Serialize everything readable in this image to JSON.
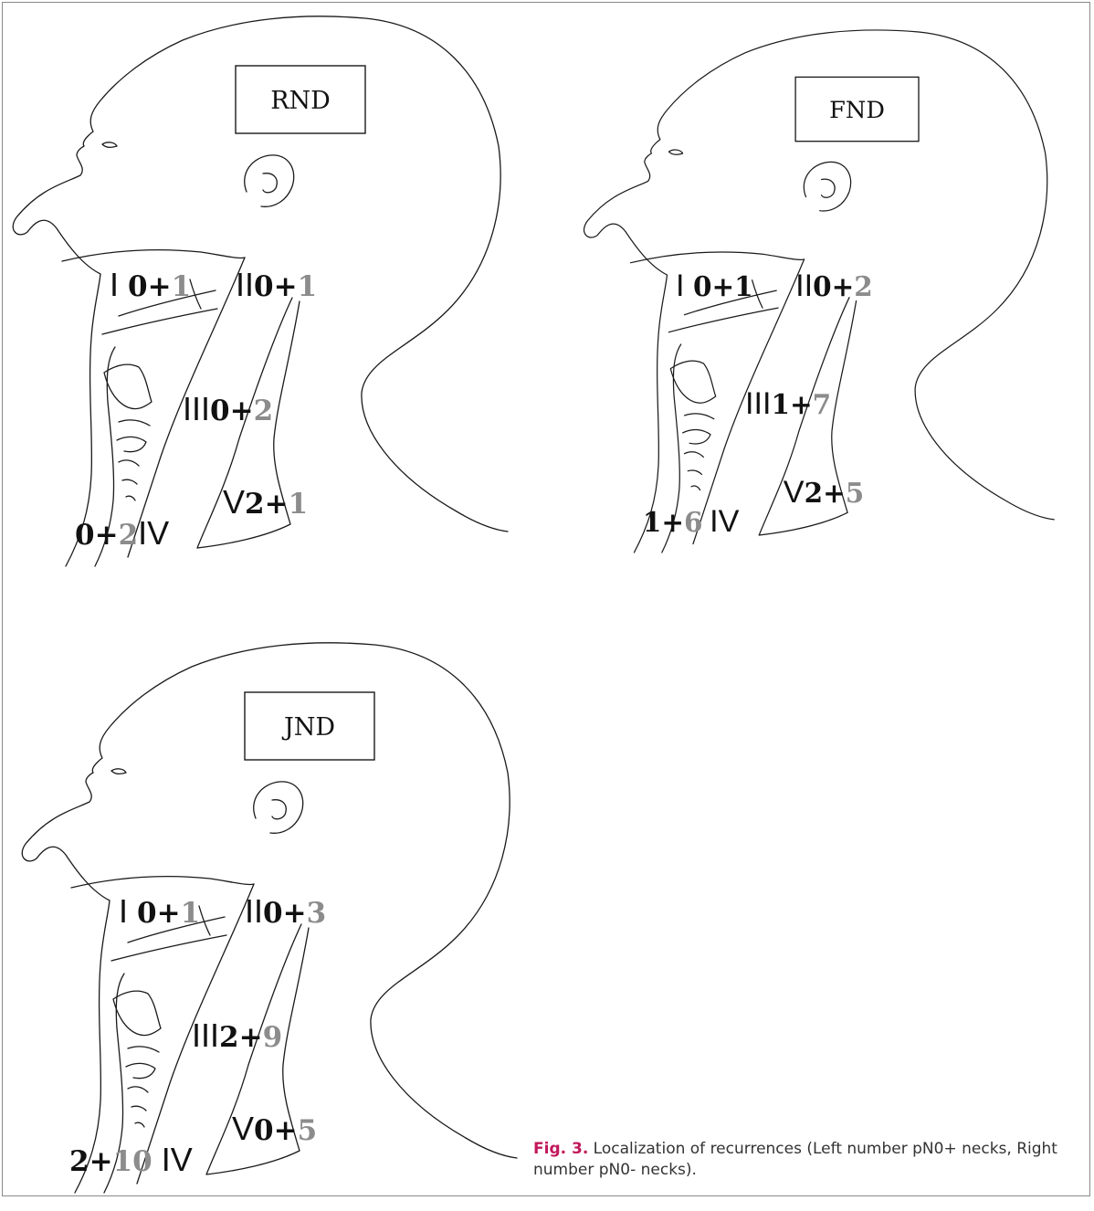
{
  "panels": [
    {
      "id": "rnd",
      "label": "RND",
      "levels": {
        "I": {
          "left": "0",
          "right": "1"
        },
        "II": {
          "left": "0",
          "right": "1"
        },
        "III": {
          "left": "0",
          "right": "2"
        },
        "IV": {
          "left": "0",
          "right": "2"
        },
        "V": {
          "left": "2",
          "right": "1"
        }
      }
    },
    {
      "id": "fnd",
      "label": "FND",
      "levels": {
        "I": {
          "left": "0",
          "right": "1"
        },
        "II": {
          "left": "0",
          "right": "2"
        },
        "III": {
          "left": "1",
          "right": "7"
        },
        "IV": {
          "left": "1",
          "right": "6"
        },
        "V": {
          "left": "2",
          "right": "5"
        }
      }
    },
    {
      "id": "jnd",
      "label": "JND",
      "levels": {
        "I": {
          "left": "0",
          "right": "1"
        },
        "II": {
          "left": "0",
          "right": "3"
        },
        "III": {
          "left": "2",
          "right": "9"
        },
        "IV": {
          "left": "2",
          "right": "10"
        },
        "V": {
          "left": "0",
          "right": "5"
        }
      }
    }
  ],
  "roman": {
    "I": "I",
    "II": "II",
    "III": "III",
    "IV": "IV",
    "V": "V"
  },
  "plus": "+",
  "caption": {
    "fig": "Fig. 3.",
    "text": " Localization of recurrences (Left number pN0+ necks, Right number pN0- necks)."
  },
  "colors": {
    "pN0_plus": "#111111",
    "pN0_minus": "#8c8c8c",
    "figure_label": "#c2185b"
  }
}
